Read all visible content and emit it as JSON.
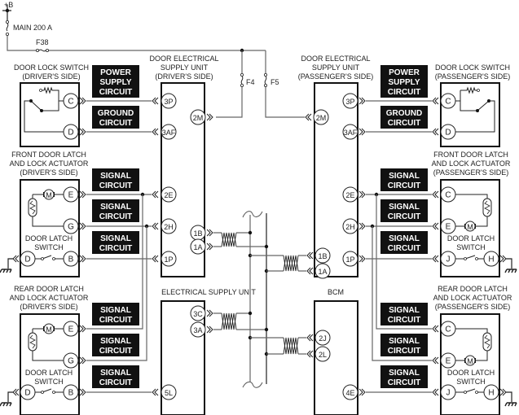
{
  "power": {
    "battery_label": "+B",
    "main_fuse_label": "MAIN 200 A",
    "fuse_f38": "F38",
    "fuse_f4": "F4",
    "fuse_f5": "F5"
  },
  "components": {
    "dls_driver": [
      "DOOR LOCK SWITCH",
      "(DRIVER'S SIDE)"
    ],
    "dls_pass": [
      "DOOR LOCK SWITCH",
      "(PASSENGER'S SIDE)"
    ],
    "desu_driver": [
      "DOOR ELECTRICAL",
      "SUPPLY UNIT",
      "(DRIVER'S SIDE)"
    ],
    "desu_pass": [
      "DOOR ELECTRICAL",
      "SUPPLY UNIT",
      "(PASSENGER'S SIDE)"
    ],
    "fdl_driver": [
      "FRONT DOOR LATCH",
      "AND LOCK ACTUATOR",
      "(DRIVER'S SIDE)"
    ],
    "fdl_pass": [
      "FRONT DOOR LATCH",
      "AND LOCK ACTUATOR",
      "(PASSENGER'S SIDE)"
    ],
    "rdl_driver": [
      "REAR DOOR LATCH",
      "AND LOCK ACTUATOR",
      "(DRIVER'S SIDE)"
    ],
    "rdl_pass": [
      "REAR DOOR LATCH",
      "AND LOCK ACTUATOR",
      "(PASSENGER'S SIDE)"
    ],
    "esu": "ELECTRICAL SUPPLY UNIT",
    "bcm": "BCM",
    "door_latch_switch": [
      "DOOR LATCH",
      "SWITCH"
    ],
    "motor": "M"
  },
  "circuits": {
    "power_supply": [
      "POWER",
      "SUPPLY",
      "CIRCUIT"
    ],
    "ground": [
      "GROUND",
      "CIRCUIT"
    ],
    "signal": [
      "SIGNAL",
      "CIRCUIT"
    ]
  },
  "pins": {
    "dls_driver": [
      "C",
      "D"
    ],
    "dls_pass": [
      "C",
      "D"
    ],
    "desu_driver": [
      "3P",
      "3AF",
      "2M",
      "2E",
      "2H",
      "1B",
      "1A",
      "1P"
    ],
    "desu_pass": [
      "3P",
      "3AF",
      "2M",
      "2E",
      "2H",
      "1B",
      "1A",
      "1P"
    ],
    "fdl_driver": [
      "E",
      "G",
      "D",
      "B"
    ],
    "fdl_pass": [
      "C",
      "E",
      "J",
      "H"
    ],
    "rdl_driver": [
      "E",
      "G",
      "D",
      "B"
    ],
    "rdl_pass": [
      "C",
      "E",
      "J",
      "H"
    ],
    "esu": [
      "3C",
      "3A",
      "5L"
    ],
    "bcm": [
      "2J",
      "2L",
      "4E"
    ]
  }
}
